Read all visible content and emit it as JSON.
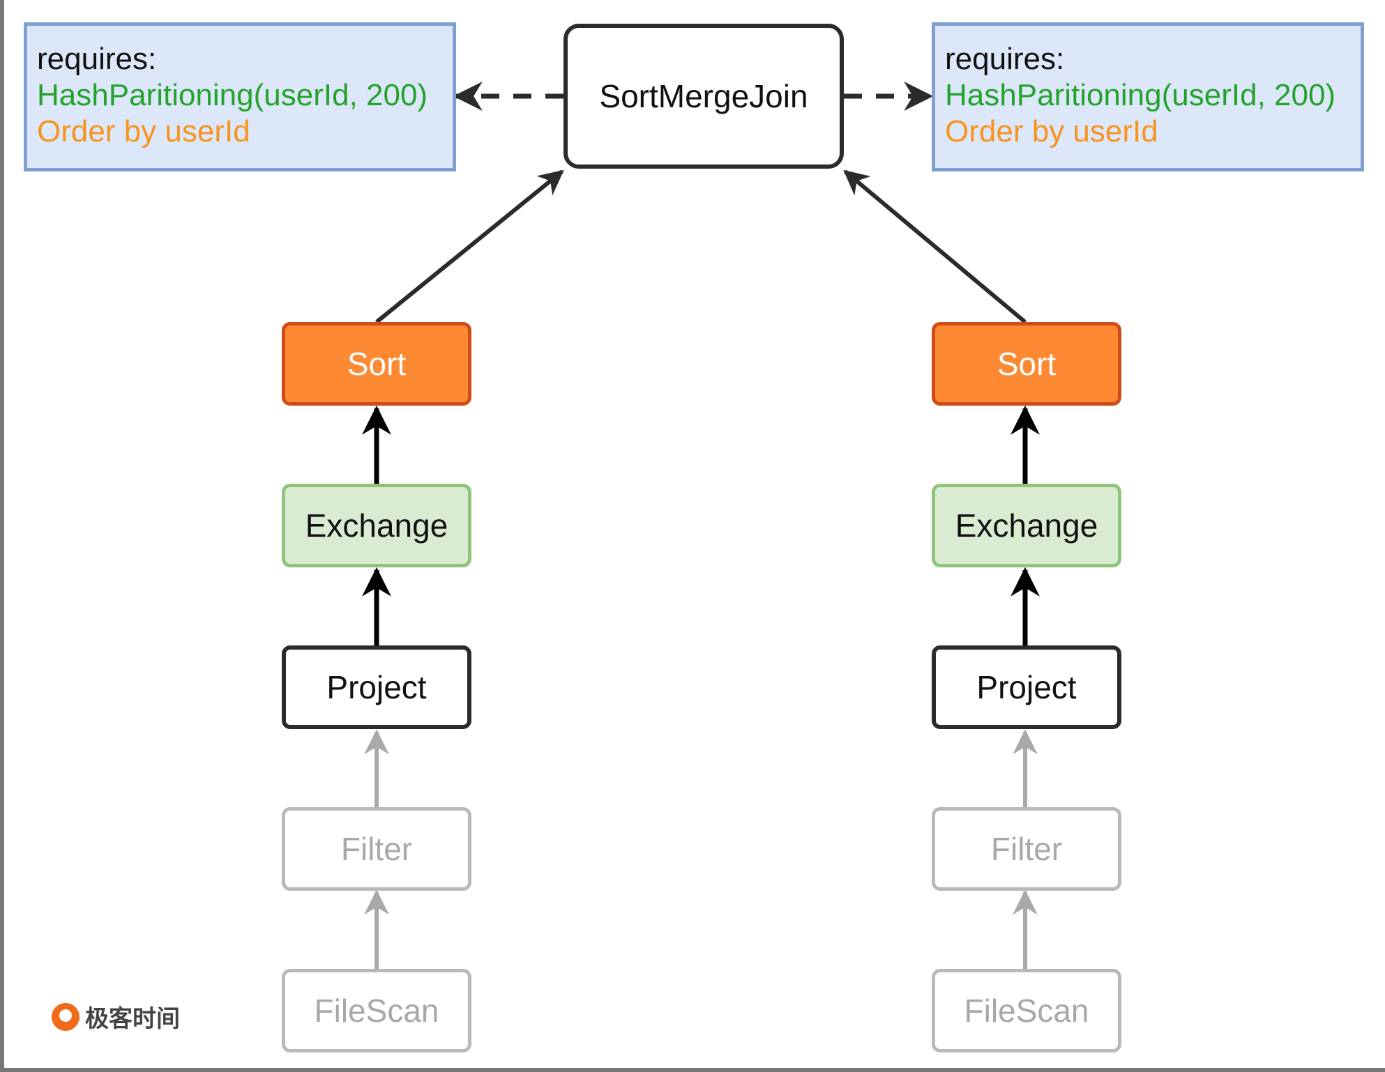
{
  "diagram": {
    "join": {
      "label": "SortMergeJoin"
    },
    "requirements": {
      "left": {
        "title": "requires:",
        "partitioning": "HashParitioning(userId, 200)",
        "ordering": "Order by userId"
      },
      "right": {
        "title": "requires:",
        "partitioning": "HashParitioning(userId, 200)",
        "ordering": "Order by userId"
      }
    },
    "left_branch": {
      "sort": "Sort",
      "exchange": "Exchange",
      "project": "Project",
      "filter": "Filter",
      "filescan": "FileScan"
    },
    "right_branch": {
      "sort": "Sort",
      "exchange": "Exchange",
      "project": "Project",
      "filter": "Filter",
      "filescan": "FileScan"
    }
  },
  "logo": {
    "text": "极客时间"
  },
  "colors": {
    "sort_fill": "#fd8a33",
    "sort_border": "#d24a16",
    "exchange_fill": "#d9ecd2",
    "exchange_border": "#8fc47a",
    "requirement_fill": "#dce8f9",
    "requirement_border": "#7f9fcf",
    "partitioning_text": "#25a22b",
    "ordering_text": "#f7931e",
    "faded_node": "#b9b9b9"
  }
}
